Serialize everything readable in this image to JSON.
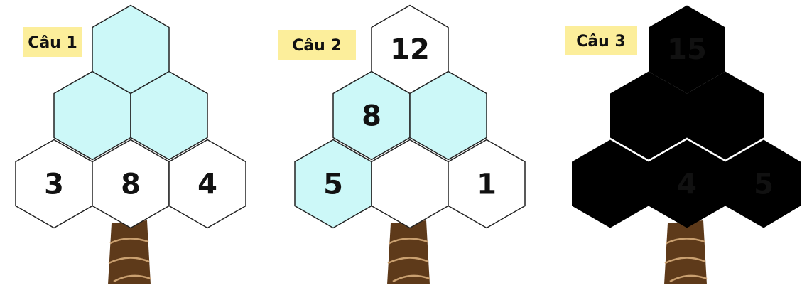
{
  "colors": {
    "empty_cell": "#ccf8f8",
    "given_cell": "#ffffff",
    "cell_stroke": "#222222",
    "label_bg": "#fcee9b",
    "trunk_fill": "#5e3a1a",
    "trunk_line": "#caa070"
  },
  "puzzles": [
    {
      "label": "Câu 1",
      "top": "",
      "middle_left": "",
      "middle_right": "",
      "bottom_left": "3",
      "bottom_center": "8",
      "bottom_right": "4"
    },
    {
      "label": "Câu 2",
      "top": "12",
      "middle_left": "8",
      "middle_right": "",
      "bottom_left": "5",
      "bottom_center": "",
      "bottom_right": "1"
    },
    {
      "label": "Câu 3",
      "top": "15",
      "middle_left": "",
      "middle_right": "",
      "bottom_left": "",
      "bottom_center": "4",
      "bottom_right": "5"
    }
  ]
}
